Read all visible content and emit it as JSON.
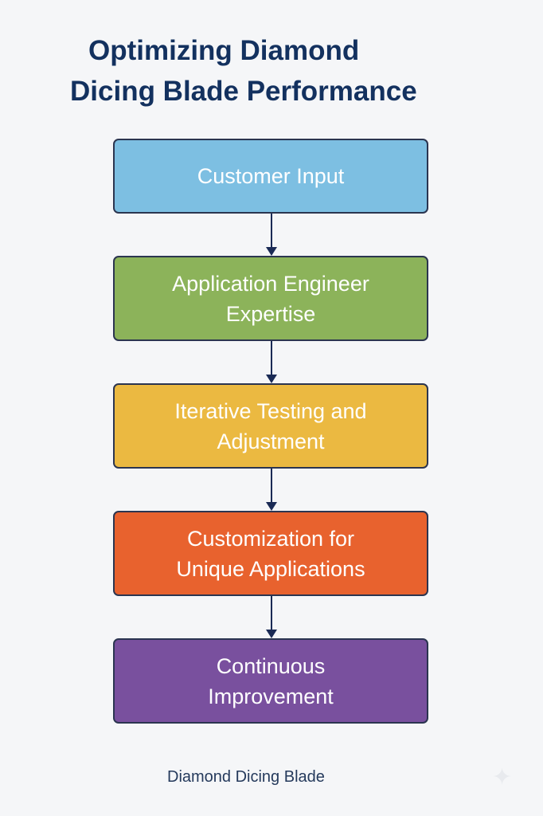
{
  "title": {
    "line1": "Optimizing Diamond",
    "line2": "Dicing Blade Performance"
  },
  "steps": [
    {
      "line1": "Customer Input",
      "line2": "",
      "color": "#7dbfe2"
    },
    {
      "line1": "Application Engineer",
      "line2": "Expertise",
      "color": "#8cb35a"
    },
    {
      "line1": "Iterative Testing and",
      "line2": "Adjustment",
      "color": "#ebb941"
    },
    {
      "line1": "Customization for",
      "line2": "Unique Applications",
      "color": "#e8622e"
    },
    {
      "line1": "Continuous",
      "line2": "Improvement",
      "color": "#79509e"
    }
  ],
  "footer": "Diamond Dicing Blade",
  "icons": {
    "corner": "sparkle-icon"
  },
  "colors": {
    "title": "#13315f",
    "arrow": "#1a2a55",
    "background": "#f5f6f8"
  }
}
